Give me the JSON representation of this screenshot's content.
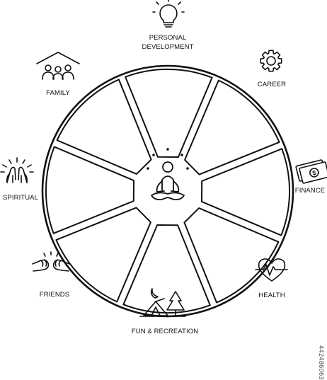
{
  "diagram": {
    "center_icon": "meditating-person-icon",
    "segments": [
      {
        "key": "personal-development",
        "lines": [
          "PERSONAL",
          "DEVELOPMENT"
        ],
        "icon": "lightbulb-icon"
      },
      {
        "key": "career",
        "lines": [
          "CAREER"
        ],
        "icon": "gear-icon"
      },
      {
        "key": "finance",
        "lines": [
          "FINANCE"
        ],
        "icon": "banknotes-icon"
      },
      {
        "key": "health",
        "lines": [
          "HEALTH"
        ],
        "icon": "heartbeat-icon"
      },
      {
        "key": "fun-recreation",
        "lines": [
          "FUN & RECREATION"
        ],
        "icon": "tent-camping-icon"
      },
      {
        "key": "friends",
        "lines": [
          "FRIENDS"
        ],
        "icon": "fist-bump-icon"
      },
      {
        "key": "spiritual",
        "lines": [
          "SPIRITUAL"
        ],
        "icon": "praying-hands-icon"
      },
      {
        "key": "family",
        "lines": [
          "FAMILY"
        ],
        "icon": "family-house-icon"
      }
    ]
  },
  "stock_id": "442486063",
  "colors": {
    "stroke": "#111111",
    "background": "#ffffff"
  }
}
